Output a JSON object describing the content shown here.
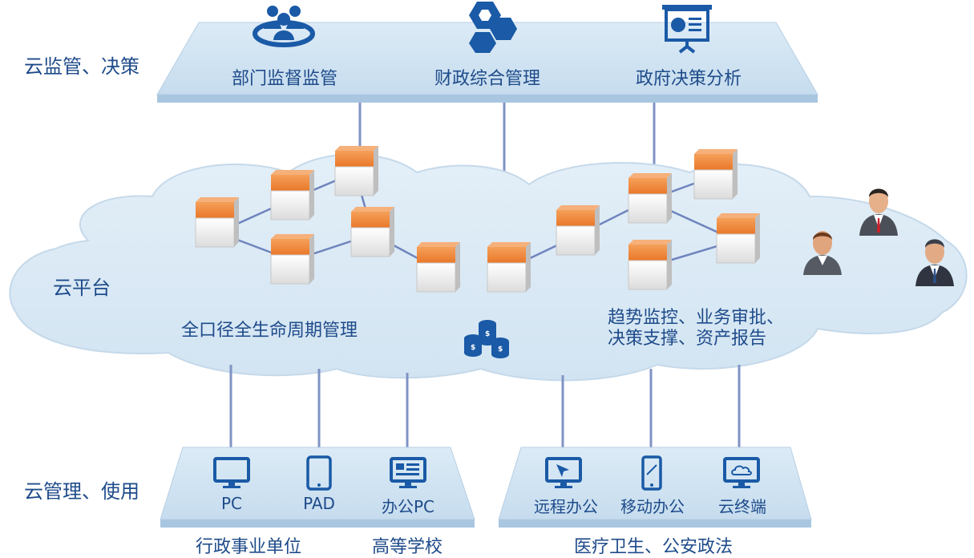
{
  "layers": {
    "top": "云监管、决策",
    "middle": "云平台",
    "bottom": "云管理、使用"
  },
  "top_panel": {
    "items": [
      {
        "label": "部门监督监管",
        "icon": "meeting-people-icon"
      },
      {
        "label": "财政综合管理",
        "icon": "hexagon-cubes-icon"
      },
      {
        "label": "政府决策分析",
        "icon": "presentation-board-icon"
      }
    ]
  },
  "cloud": {
    "left_text": "全口径全生命周期管理",
    "right_text_line1": "趋势监控、业务审批、",
    "right_text_line2": "决策支撑、资产报告",
    "center_icon": "coin-stacks-icon"
  },
  "bottom_left_panel": {
    "items": [
      {
        "label": "PC",
        "icon": "monitor-icon"
      },
      {
        "label": "PAD",
        "icon": "tablet-icon"
      },
      {
        "label": "办公PC",
        "icon": "office-monitor-icon"
      }
    ],
    "caption_1": "行政事业单位",
    "caption_2": "高等学校"
  },
  "bottom_right_panel": {
    "items": [
      {
        "label": "远程办公",
        "icon": "remote-monitor-icon"
      },
      {
        "label": "移动办公",
        "icon": "mobile-phone-icon"
      },
      {
        "label": "云终端",
        "icon": "cloud-terminal-icon"
      }
    ],
    "caption": "医疗卫生、公安政法"
  },
  "colors": {
    "panel_fill": "#cfe3f1",
    "panel_edge": "#9fbfdc",
    "cloud_fill": "#d9e9f5",
    "line": "#7f93c4",
    "text": "#1e4b8a",
    "icon": "#1a5aa6",
    "server_top": "#f08a3c",
    "server_body": "#ececec"
  }
}
